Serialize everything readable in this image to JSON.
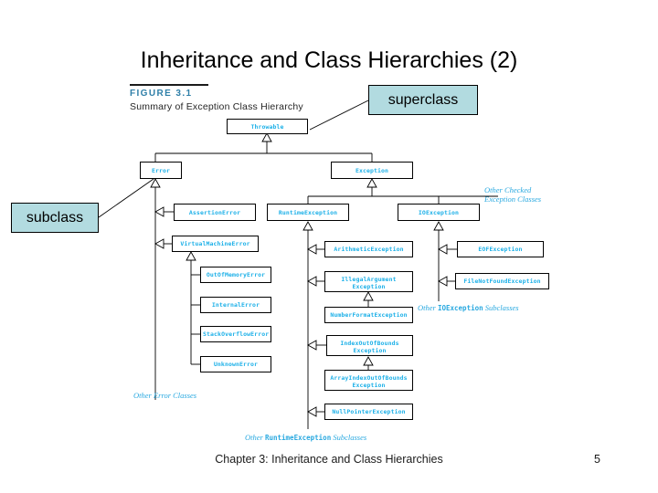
{
  "slide": {
    "title": "Inheritance and Class Hierarchies (2)",
    "footer": "Chapter 3: Inheritance and Class Hierarchies",
    "page_number": "5"
  },
  "figure": {
    "number": "FIGURE 3.1",
    "subtitle": "Summary of Exception Class Hierarchy",
    "number_color": "#2f7fa8",
    "class_text_color": "#1cb0e8",
    "note_color": "#2aa9e0"
  },
  "callouts": {
    "superclass": "superclass",
    "subclass": "subclass",
    "fill_color": "#b2dbe0"
  },
  "diagram": {
    "type": "class-hierarchy",
    "root": "Throwable",
    "classes": [
      {
        "id": "throwable",
        "label": "Throwable",
        "line1": "Throwable",
        "line2": ""
      },
      {
        "id": "error",
        "label": "Error",
        "line1": "Error",
        "line2": ""
      },
      {
        "id": "exception",
        "label": "Exception",
        "line1": "Exception",
        "line2": ""
      },
      {
        "id": "assertion-error",
        "label": "AssertionError",
        "line1": "AssertionError",
        "line2": ""
      },
      {
        "id": "virtual-machine-error",
        "label": "VirtualMachineError",
        "line1": "VirtualMachineError",
        "line2": ""
      },
      {
        "id": "out-of-memory-error",
        "label": "OutOfMemoryError",
        "line1": "OutOfMemoryError",
        "line2": ""
      },
      {
        "id": "internal-error",
        "label": "InternalError",
        "line1": "InternalError",
        "line2": ""
      },
      {
        "id": "stack-overflow-error",
        "label": "StackOverflowError",
        "line1": "StackOverflowError",
        "line2": ""
      },
      {
        "id": "unknown-error",
        "label": "UnknownError",
        "line1": "UnknownError",
        "line2": ""
      },
      {
        "id": "runtime-exception",
        "label": "RuntimeException",
        "line1": "RuntimeException",
        "line2": ""
      },
      {
        "id": "io-exception",
        "label": "IOException",
        "line1": "IOException",
        "line2": ""
      },
      {
        "id": "arithmetic-exception",
        "label": "ArithmeticException",
        "line1": "ArithmeticException",
        "line2": ""
      },
      {
        "id": "illegal-argument-exception",
        "label": "IllegalArgumentException",
        "line1": "IllegalArgument",
        "line2": "Exception"
      },
      {
        "id": "number-format-exception",
        "label": "NumberFormatException",
        "line1": "NumberFormatException",
        "line2": ""
      },
      {
        "id": "index-out-of-bounds-exception",
        "label": "IndexOutOfBoundsException",
        "line1": "IndexOutOfBounds",
        "line2": "Exception"
      },
      {
        "id": "array-index-out-of-bounds-exception",
        "label": "ArrayIndexOutOfBoundsException",
        "line1": "ArrayIndexOutOfBounds",
        "line2": "Exception"
      },
      {
        "id": "null-pointer-exception",
        "label": "NullPointerException",
        "line1": "NullPointerException",
        "line2": ""
      },
      {
        "id": "eof-exception",
        "label": "EOFException",
        "line1": "EOFException",
        "line2": ""
      },
      {
        "id": "file-not-found-exception",
        "label": "FileNotFoundException",
        "line1": "FileNotFoundException",
        "line2": ""
      }
    ],
    "notes": [
      {
        "id": "other-checked",
        "pre": "Other Checked",
        "mono": "",
        "post": "Exception Classes"
      },
      {
        "id": "other-error",
        "pre": "Other Error Classes",
        "mono": "",
        "post": ""
      },
      {
        "id": "other-io",
        "pre": "Other ",
        "mono": "IOException",
        "post": " Subclasses"
      },
      {
        "id": "other-runtime",
        "pre": "Other ",
        "mono": "RuntimeException",
        "post": " Subclasses"
      }
    ],
    "relations": [
      {
        "from": "error",
        "to": "throwable"
      },
      {
        "from": "exception",
        "to": "throwable"
      },
      {
        "from": "assertion-error",
        "to": "error"
      },
      {
        "from": "virtual-machine-error",
        "to": "error"
      },
      {
        "from": "out-of-memory-error",
        "to": "virtual-machine-error"
      },
      {
        "from": "internal-error",
        "to": "virtual-machine-error"
      },
      {
        "from": "stack-overflow-error",
        "to": "virtual-machine-error"
      },
      {
        "from": "unknown-error",
        "to": "virtual-machine-error"
      },
      {
        "from": "runtime-exception",
        "to": "exception"
      },
      {
        "from": "io-exception",
        "to": "exception"
      },
      {
        "from": "arithmetic-exception",
        "to": "runtime-exception"
      },
      {
        "from": "illegal-argument-exception",
        "to": "runtime-exception"
      },
      {
        "from": "number-format-exception",
        "to": "illegal-argument-exception"
      },
      {
        "from": "index-out-of-bounds-exception",
        "to": "runtime-exception"
      },
      {
        "from": "array-index-out-of-bounds-exception",
        "to": "index-out-of-bounds-exception"
      },
      {
        "from": "null-pointer-exception",
        "to": "runtime-exception"
      },
      {
        "from": "eof-exception",
        "to": "io-exception"
      },
      {
        "from": "file-not-found-exception",
        "to": "io-exception"
      }
    ]
  }
}
